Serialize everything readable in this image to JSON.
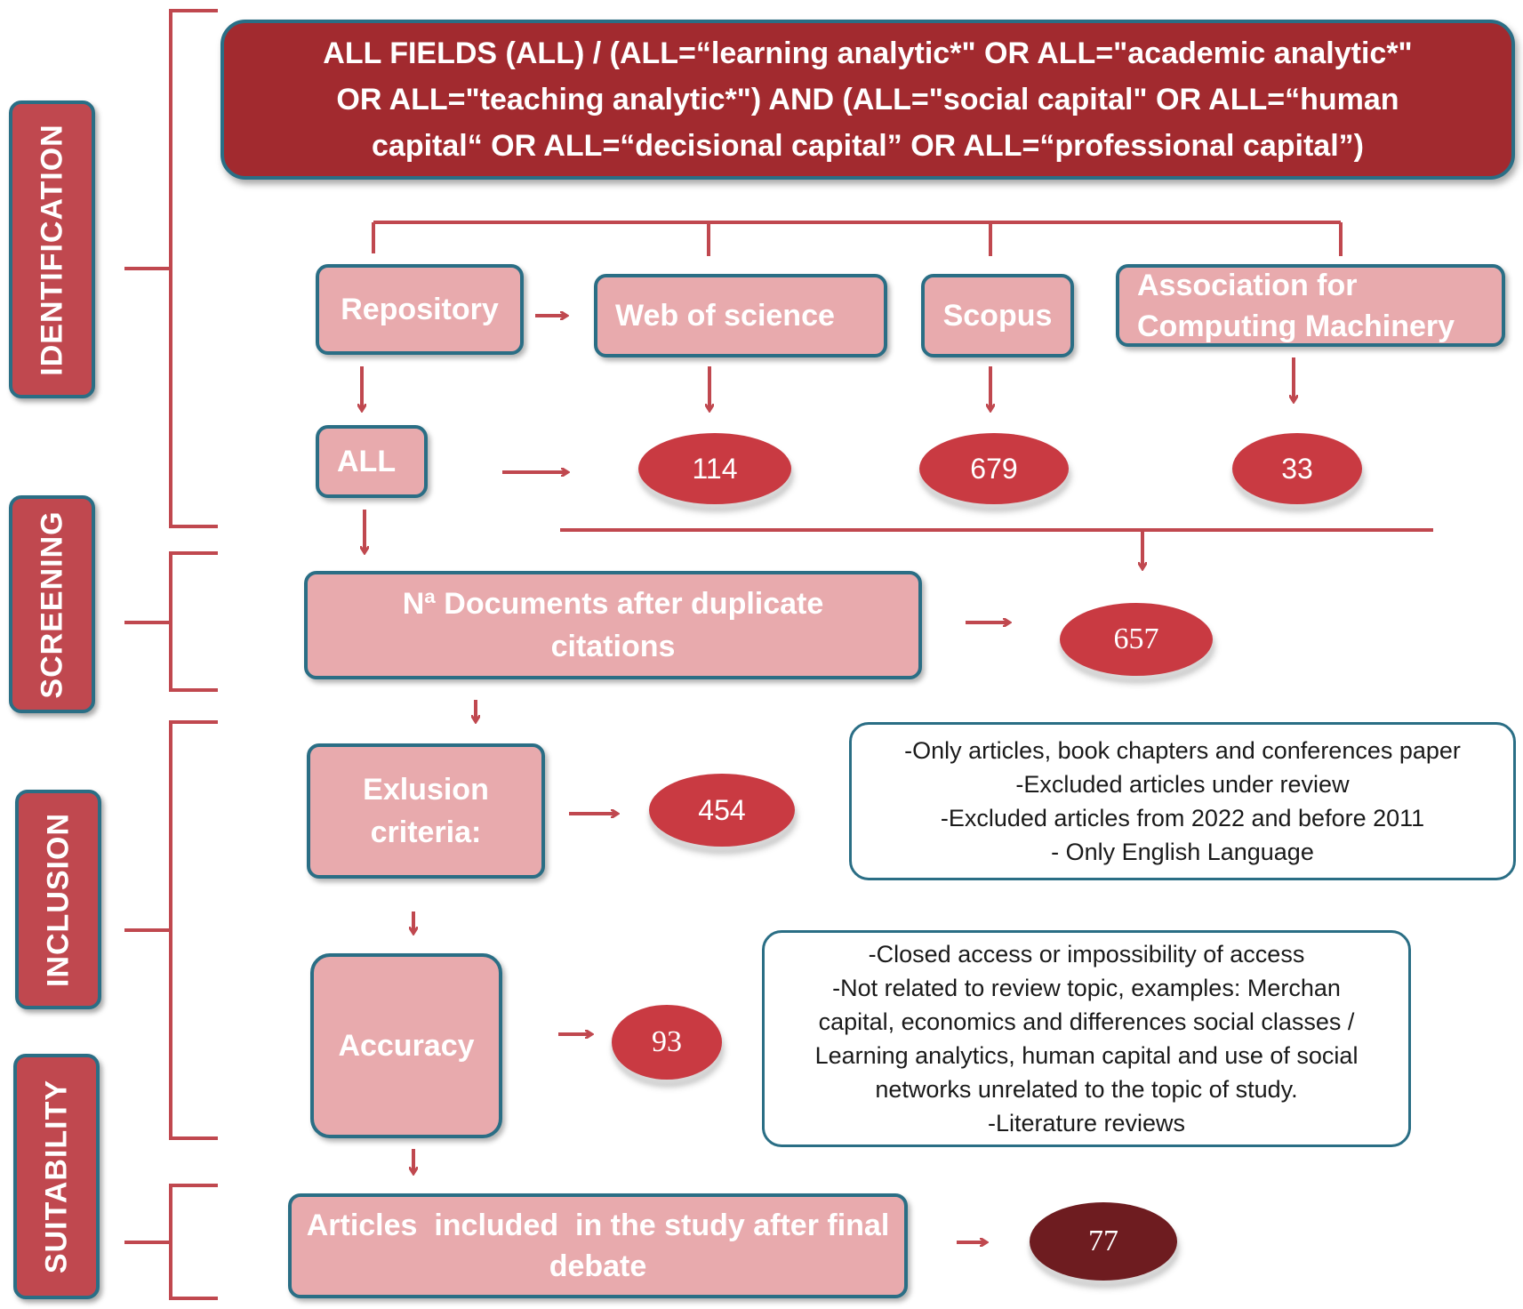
{
  "phases": {
    "identification": "IDENTIFICATION",
    "screening": "SCREENING",
    "inclusion": "INCLUSION",
    "suitability": "SUITABILITY"
  },
  "query": {
    "lines": [
      "ALL FIELDS (ALL) / (ALL=“learning analytic*\" OR ALL=\"academic analytic*\"",
      "OR ALL=\"teaching analytic*\") AND (ALL=\"social capital\" OR ALL=“human",
      "capital“ OR ALL=“decisional capital” OR ALL=“professional capital”)"
    ]
  },
  "sources": {
    "repository": "Repository",
    "web_of_science": "Web of science",
    "scopus": "Scopus",
    "acm": [
      "Association for",
      "Computing Machinery"
    ],
    "all": "ALL"
  },
  "counts": {
    "web_of_science": "114",
    "scopus": "679",
    "acm": "33",
    "after_duplicates": "657",
    "exclusion": "454",
    "accuracy": "93",
    "final": "77"
  },
  "steps": {
    "duplicates": [
      "Nª Documents after duplicate",
      "citations"
    ],
    "exclusion": [
      "Exlusion",
      "criteria:"
    ],
    "accuracy": "Accuracy",
    "final": [
      "Articles  included  in the study after final",
      "debate"
    ]
  },
  "exclusion_notes": [
    "-Only articles, book chapters and conferences paper",
    "-Excluded articles under review",
    "-Excluded articles from 2022 and before 2011",
    "- Only English Language"
  ],
  "accuracy_notes": [
    "-Closed access or impossibility of access",
    "-Not related to review topic, examples: Merchan",
    "capital, economics and differences social classes /",
    "Learning analytics, human capital and use of social",
    "networks unrelated to the topic of study.",
    "-Literature reviews"
  ],
  "colors": {
    "line": "#c0484f",
    "phase_fill": "#c0484f",
    "query_fill": "#a22a2f",
    "box_fill": "#e8aaad",
    "box_border": "#2a6e85",
    "oval_fill": "#c93a42",
    "oval_final": "#6e1c20"
  }
}
